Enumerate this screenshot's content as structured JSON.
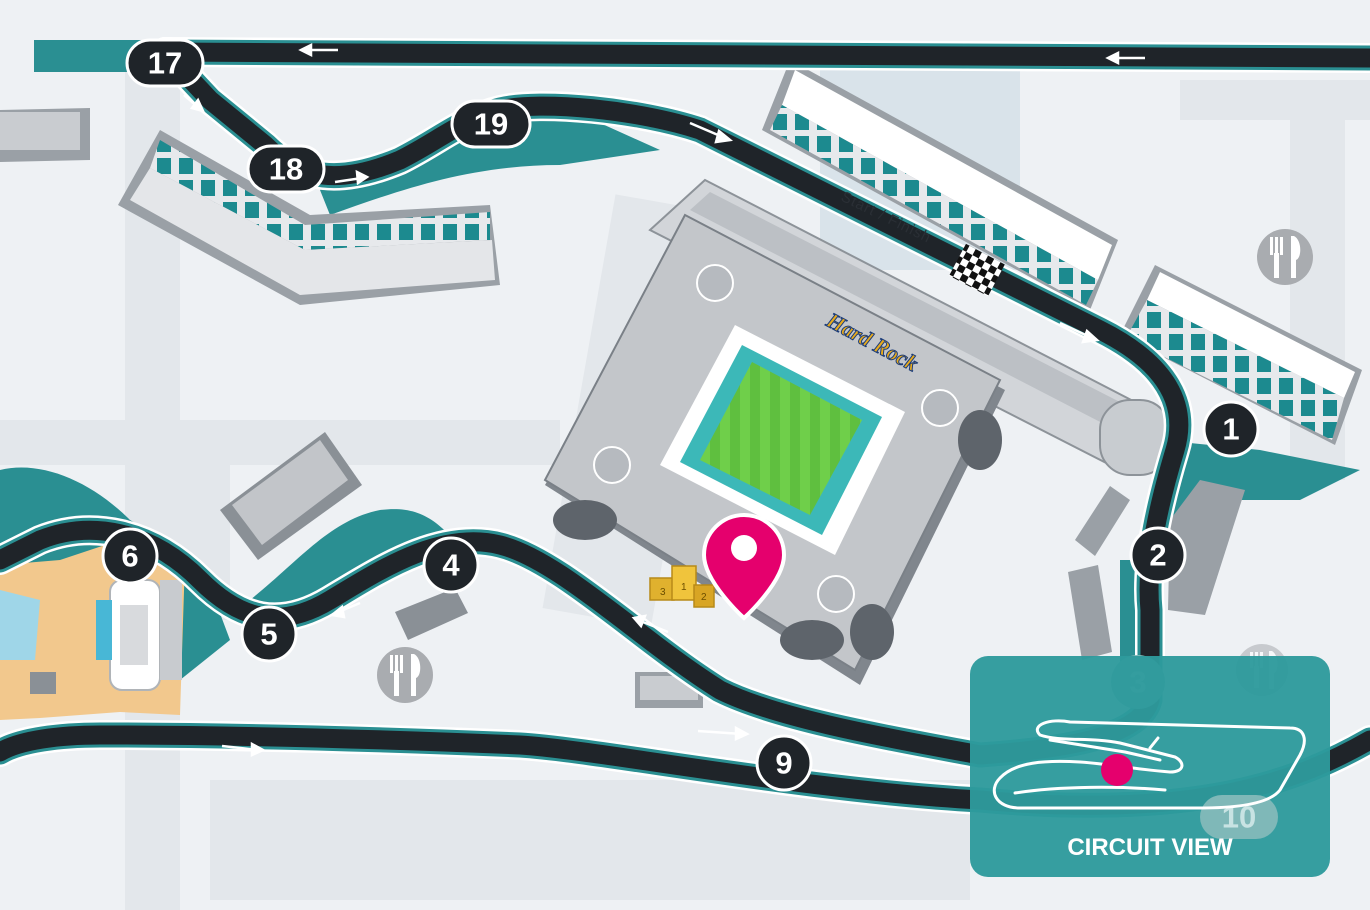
{
  "map": {
    "turns": [
      {
        "id": "17",
        "label": "17"
      },
      {
        "id": "18",
        "label": "18"
      },
      {
        "id": "19",
        "label": "19"
      },
      {
        "id": "1",
        "label": "1"
      },
      {
        "id": "2",
        "label": "2"
      },
      {
        "id": "3",
        "label": "3"
      },
      {
        "id": "4",
        "label": "4"
      },
      {
        "id": "5",
        "label": "5"
      },
      {
        "id": "6",
        "label": "6"
      },
      {
        "id": "9",
        "label": "9"
      },
      {
        "id": "10",
        "label": "10"
      }
    ],
    "start_finish_label": "Start / Finish",
    "stadium_logo_text": "Hard Rock",
    "podium_positions": [
      "3",
      "1",
      "2"
    ],
    "circuit_view_label": "CIRCUIT VIEW",
    "colors": {
      "background": "#eef1f4",
      "track": "#1f2429",
      "track_edge": "#ffffff",
      "teal": "#2a8f92",
      "pin": "#e5006d",
      "panel": "#2e9a9c",
      "turn_marker": "#1f2429",
      "restaurant_icon": "#a9acb0"
    },
    "icons": [
      "restaurant-icon",
      "location-pin-icon",
      "checkered-flag-icon",
      "podium-icon",
      "direction-arrow-icon"
    ]
  }
}
